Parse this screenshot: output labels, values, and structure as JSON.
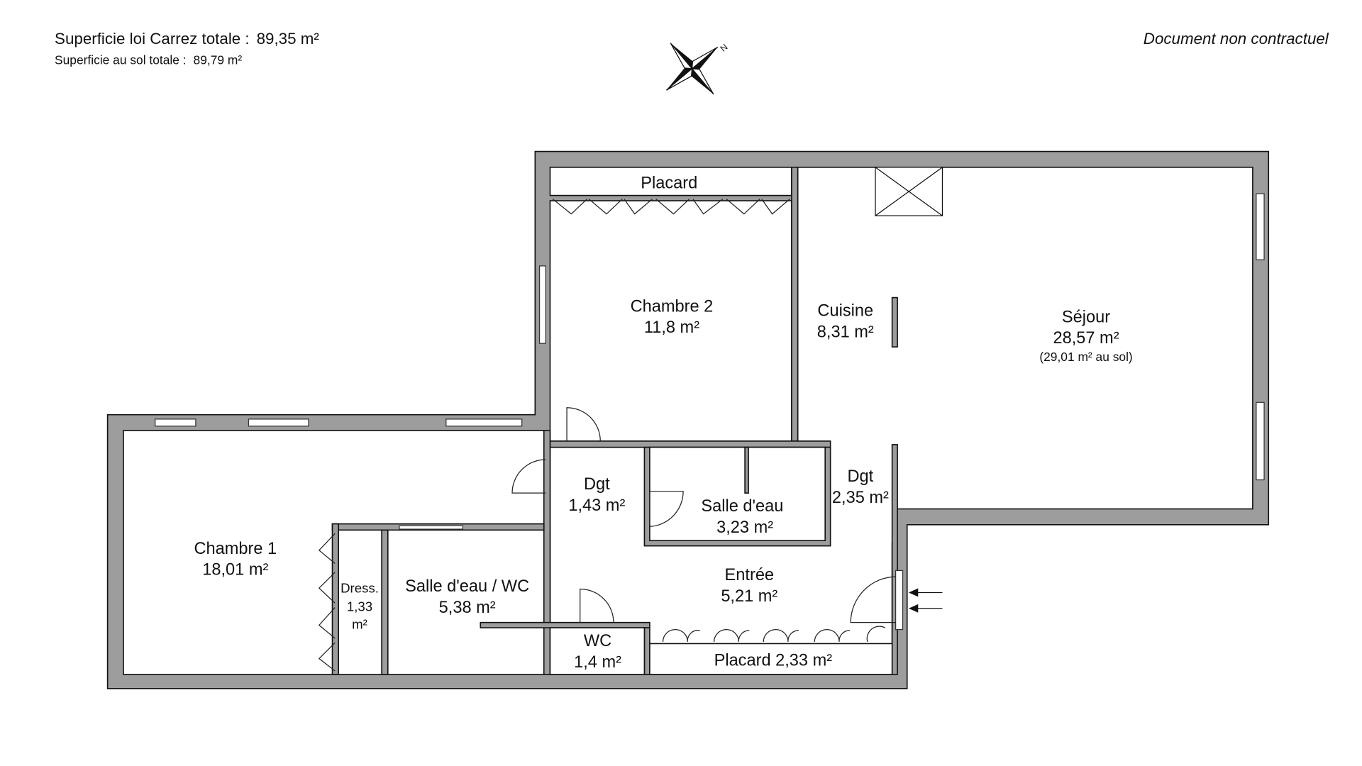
{
  "header": {
    "carrez_label": "Superficie loi Carrez totale :",
    "carrez_value": "89,35 m²",
    "sol_label": "Superficie au sol totale :",
    "sol_value": "89,79 m²",
    "disclaimer": "Document non contractuel"
  },
  "compass": {
    "north_label": "N"
  },
  "rooms": {
    "placard": {
      "name": "Placard"
    },
    "chambre2": {
      "name": "Chambre 2",
      "area": "11,8 m²"
    },
    "cuisine": {
      "name": "Cuisine",
      "area": "8,31 m²"
    },
    "sejour": {
      "name": "Séjour",
      "area": "28,57 m²",
      "floor_area": "(29,01 m² au sol)"
    },
    "chambre1": {
      "name": "Chambre 1",
      "area": "18,01 m²"
    },
    "dgt1": {
      "name": "Dgt",
      "area": "1,43 m²"
    },
    "salle_eau": {
      "name": "Salle d'eau",
      "area": "3,23 m²"
    },
    "dgt2": {
      "name": "Dgt",
      "area": "2,35 m²"
    },
    "entree": {
      "name": "Entrée",
      "area": "5,21 m²"
    },
    "salle_eau_wc": {
      "name": "Salle d'eau / WC",
      "area": "5,38 m²"
    },
    "dressing": {
      "name": "Dress.",
      "area": "1,33",
      "unit": "m²"
    },
    "wc": {
      "name": "WC",
      "area": "1,4 m²"
    },
    "placard2": {
      "name": "Placard 2,33 m²"
    }
  },
  "colors": {
    "wall": "#9d9d9d",
    "line": "#111111"
  }
}
